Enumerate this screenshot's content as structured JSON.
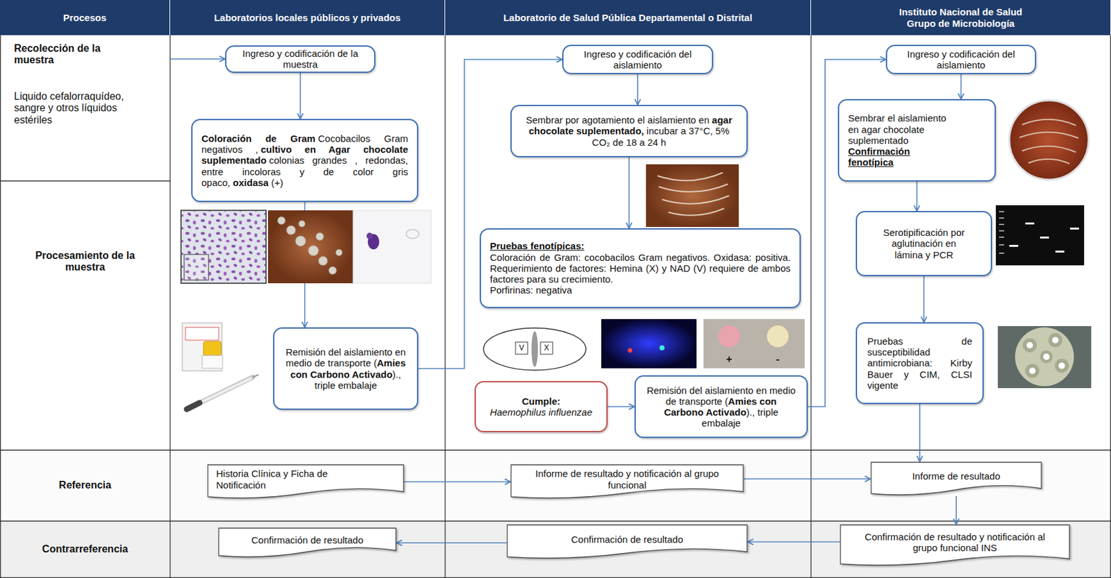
{
  "diagram": {
    "nodes": [
      {
        "text": [
          "Procesos"
        ]
      },
      {
        "text": [
          "Laboratorios locales públicos y privados"
        ]
      },
      {
        "text": [
          "Laboratorio de Salud Pública Departamental o Distrital"
        ]
      },
      {
        "text": [
          "Instituto Nacional de Salud Grupo de Microbiología"
        ]
      },
      {
        "text": [
          "Recolección de la muestra",
          "Liquido cefalorraquídeo, sangre y otros líquidos estériles"
        ]
      },
      {
        "text": [
          "Procesamiento de la muestra"
        ]
      },
      {
        "text": [
          "Referencia"
        ]
      },
      {
        "text": [
          "Contrarreferencia"
        ]
      },
      {
        "text": [
          "Ingreso y codificación de la muestra"
        ]
      },
      {
        "text": [
          "Coloración de Gram",
          "Cocobacilos Gram negativos ,",
          "cultivo en Agar chocolate suplementado",
          "colonias grandes , redondas, entre incoloras y de color gris opaco,",
          "oxidasa",
          "(+)"
        ]
      },
      {
        "text": [
          "Remisión del aislamiento en medio de transporte (",
          "Amies con Carbono Activado",
          ")., triple embalaje"
        ]
      },
      {
        "text": [
          "Historia Clínica y Ficha de Notificación"
        ]
      },
      {
        "text": [
          "Confirmación de resultado"
        ]
      },
      {
        "text": [
          "Ingreso y codificación del aislamiento"
        ]
      },
      {
        "text": [
          "Sembrar por agotamiento el aislamiento en",
          "agar chocolate suplementado,",
          "incubar a 37°C, 5% CO₂ de 18 a 24 h"
        ]
      },
      {
        "text": [
          "Pruebas fenotípicas:",
          "Coloración de Gram: cocobacilos Gram negativos. Oxidasa: positiva. Requerimiento de factores: Hemina (X) y NAD (V) requiere de ambos factores para su crecimiento.",
          "Porfirinas: negativa"
        ]
      },
      {
        "text": [
          "Cumple:",
          "Haemophilus influenzae"
        ]
      },
      {
        "text": [
          "Remisión del aislamiento en medio de transporte (",
          "Amies con Carbono Activado",
          ")., triple embalaje"
        ]
      },
      {
        "text": [
          "Informe de resultado y notificación al grupo funcional"
        ]
      },
      {
        "text": [
          "Confirmación de resultado"
        ]
      },
      {
        "text": [
          "Ingreso y codificación del aislamiento"
        ]
      },
      {
        "text": [
          "Sembrar el aislamiento en agar chocolate suplementado",
          "Confirmación fenotípica"
        ]
      },
      {
        "text": [
          "Serotipificación por aglutinación en lámina y PCR"
        ]
      },
      {
        "text": [
          "Pruebas de susceptibilidad antimicrobiana: Kirby Bauer y CIM, CLSI vigente"
        ]
      },
      {
        "text": [
          "Informe de resultado"
        ]
      },
      {
        "text": [
          "Confirmación de resultado y notificación al grupo funcional INS"
        ]
      }
    ],
    "edges": [
      {
        "from": 4,
        "to": 8,
        "arrow": "to"
      },
      {
        "from": 8,
        "to": 9,
        "arrow": "to"
      },
      {
        "from": 9,
        "to": 10,
        "arrow": "to"
      },
      {
        "from": 10,
        "to": 13,
        "arrow": "to"
      },
      {
        "from": 13,
        "to": 14,
        "arrow": "to"
      },
      {
        "from": 14,
        "to": 15,
        "arrow": "to"
      },
      {
        "from": 16,
        "to": 17,
        "arrow": "to"
      },
      {
        "from": 17,
        "to": 20,
        "arrow": "to"
      },
      {
        "from": 20,
        "to": 21,
        "arrow": "to"
      },
      {
        "from": 21,
        "to": 22,
        "arrow": "to"
      },
      {
        "from": 22,
        "to": 23,
        "arrow": "to"
      },
      {
        "from": 23,
        "to": 24,
        "arrow": "to"
      },
      {
        "from": 11,
        "to": 18,
        "arrow": "to"
      },
      {
        "from": 18,
        "to": 24,
        "arrow": "to"
      },
      {
        "from": 24,
        "to": 25,
        "arrow": "to"
      },
      {
        "from": 25,
        "to": 19,
        "arrow": "to"
      },
      {
        "from": 19,
        "to": 12,
        "arrow": "to"
      }
    ],
    "labels": [
      "V",
      "X",
      "+",
      "-"
    ]
  }
}
